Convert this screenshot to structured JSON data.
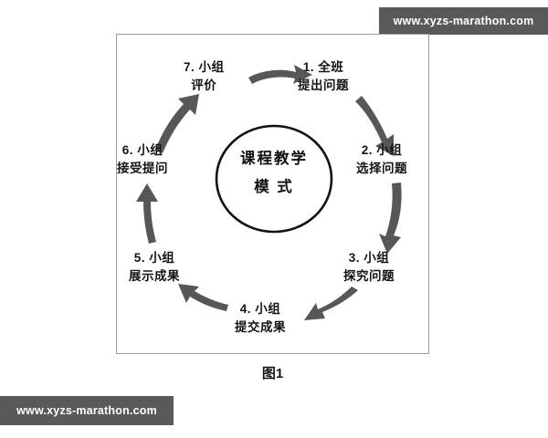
{
  "watermarks": {
    "top_right": "www.xyzs-marathon.com",
    "bottom_left": "www.xyzs-marathon.com"
  },
  "figure": {
    "caption": "图1",
    "center": {
      "line1": "课程教学",
      "line2": "模 式"
    },
    "nodes": [
      {
        "id": "node-1",
        "index": "1.",
        "line1": "1. 全班",
        "line2": "提出问题"
      },
      {
        "id": "node-2",
        "index": "2.",
        "line1": "2. 小组",
        "line2": "选择问题"
      },
      {
        "id": "node-3",
        "index": "3.",
        "line1": "3. 小组",
        "line2": "探究问题"
      },
      {
        "id": "node-4",
        "index": "4.",
        "line1": "4. 小组",
        "line2": "提交成果"
      },
      {
        "id": "node-5",
        "index": "5.",
        "line1": "5. 小组",
        "line2": "展示成果"
      },
      {
        "id": "node-6",
        "index": "6.",
        "line1": "6. 小组",
        "line2": "接受提问"
      },
      {
        "id": "node-7",
        "index": "7.",
        "line1": "7. 小组",
        "line2": "评价"
      }
    ],
    "arrows": [
      {
        "from": "node-7",
        "to": "node-1",
        "direction": "right"
      },
      {
        "from": "node-1",
        "to": "node-2",
        "direction": "down-right"
      },
      {
        "from": "node-2",
        "to": "node-3",
        "direction": "down"
      },
      {
        "from": "node-3",
        "to": "node-4",
        "direction": "down-left"
      },
      {
        "from": "node-4",
        "to": "node-5",
        "direction": "left"
      },
      {
        "from": "node-5",
        "to": "node-6",
        "direction": "up"
      },
      {
        "from": "node-6",
        "to": "node-7",
        "direction": "up-right"
      }
    ]
  },
  "colors": {
    "arrow": "#555759",
    "circle_outline": "#111111",
    "frame_border": "#9b9b9b",
    "watermark_bg": "#58595a",
    "watermark_text": "#ffffff",
    "text": "#141414"
  }
}
